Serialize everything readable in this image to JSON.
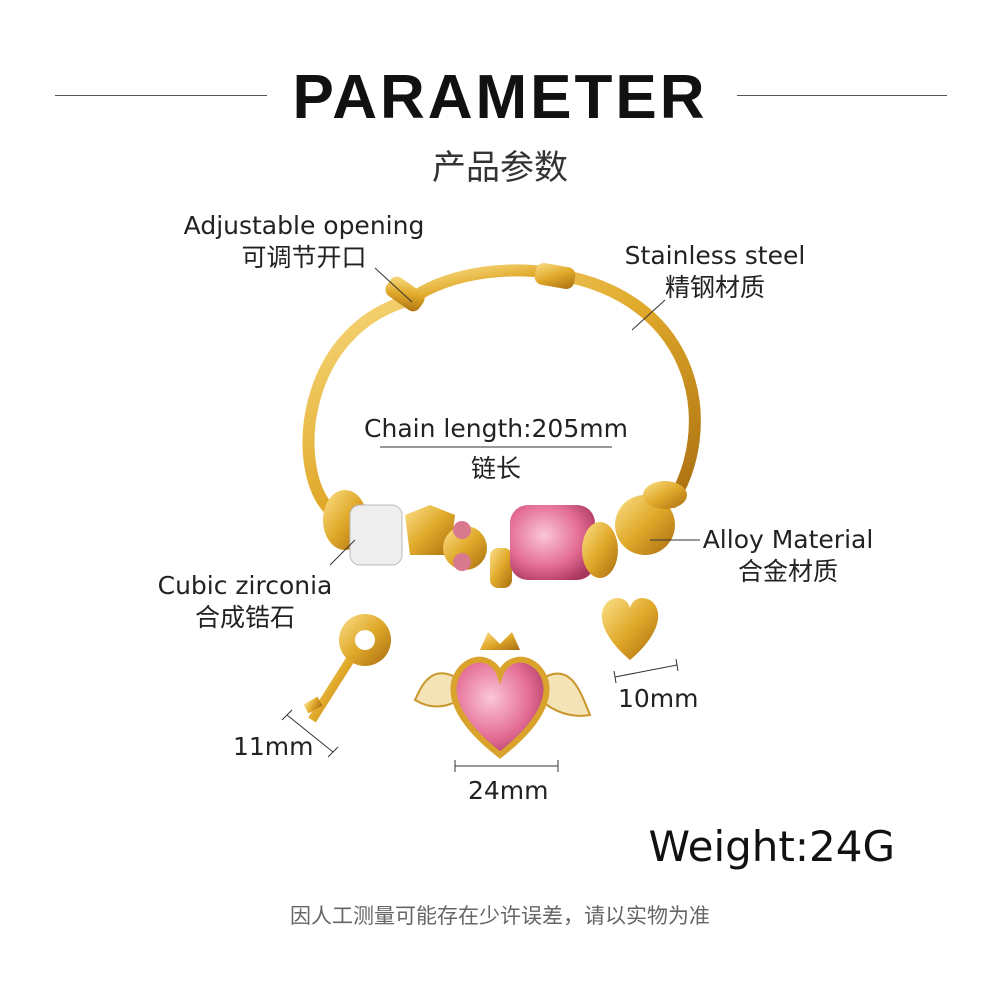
{
  "header": {
    "title": "PARAMETER",
    "subtitle": "产品参数"
  },
  "labels": {
    "opening": {
      "en": "Adjustable opening",
      "zh": "可调节开口"
    },
    "steel": {
      "en": "Stainless steel",
      "zh": "精钢材质"
    },
    "chain": {
      "en": "Chain length:205mm",
      "zh": "链长"
    },
    "zirconia": {
      "en": "Cubic zirconia",
      "zh": "合成锆石"
    },
    "alloy": {
      "en": "Alloy Material",
      "zh": "合金材质"
    }
  },
  "dimensions": {
    "key": "11mm",
    "heart": "24mm",
    "small_heart": "10mm"
  },
  "weight": "Weight:24G",
  "note": "因人工测量可能存在少许误差，请以实物为准",
  "colors": {
    "gold": "#e0a92a",
    "pink": "#e46d95",
    "text": "#222222"
  }
}
